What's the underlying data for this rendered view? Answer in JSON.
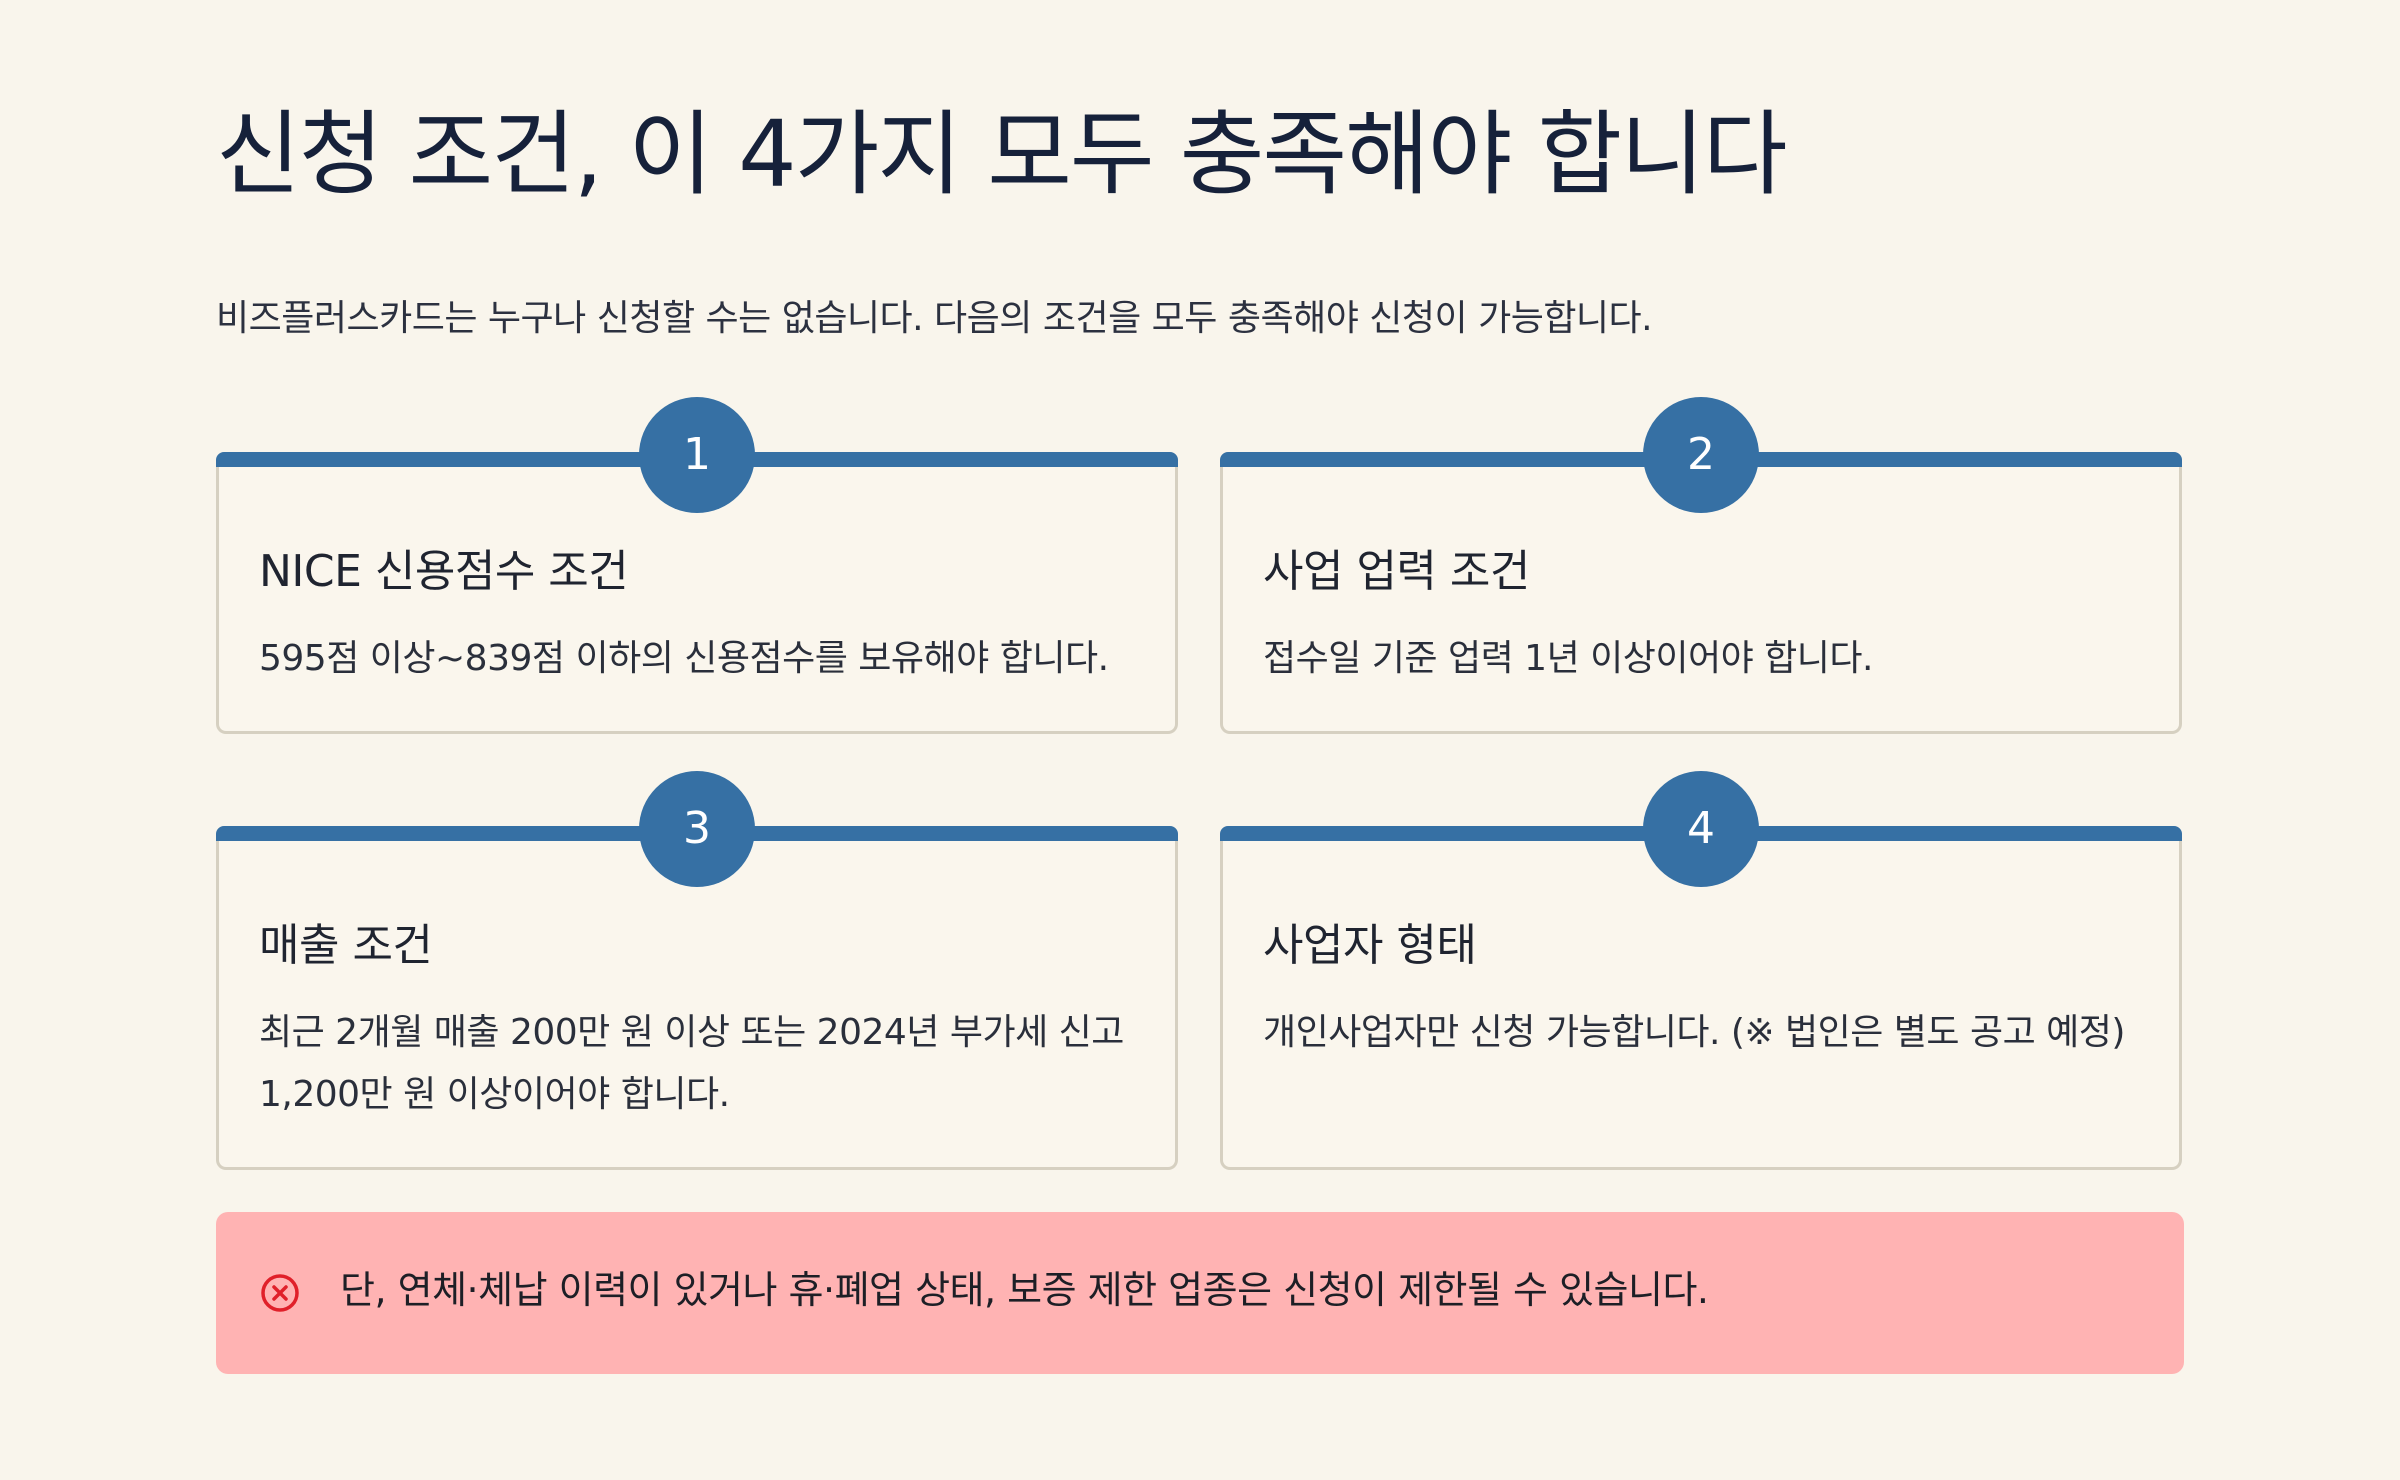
{
  "header": {
    "title": "신청 조건, 이 4가지 모두 충족해야 합니다",
    "intro": "비즈플러스카드는 누구나 신청할 수는 없습니다. 다음의 조건을 모두 충족해야 신청이 가능합니다."
  },
  "conditions": [
    {
      "number": "1",
      "title": "NICE 신용점수 조건",
      "description": "595점 이상~839점 이하의 신용점수를 보유해야 합니다."
    },
    {
      "number": "2",
      "title": "사업 업력 조건",
      "description": "접수일 기준 업력 1년 이상이어야 합니다."
    },
    {
      "number": "3",
      "title": "매출 조건",
      "description": "최근 2개월 매출 200만 원 이상 또는 2024년 부가세 신고 1,200만 원 이상이어야 합니다."
    },
    {
      "number": "4",
      "title": "사업자 형태",
      "description": "개인사업자만 신청 가능합니다. (※ 법인은 별도 공고 예정)"
    }
  ],
  "notice": {
    "icon": "error-circle-icon",
    "text": "단, 연체·체납 이력이 있거나 휴·폐업 상태, 보증 제한 업종은 신청이 제한될 수 있습니다."
  },
  "colors": {
    "background": "#f9f5ec",
    "accent": "#3670a4",
    "notice_background": "#ffb3b3",
    "notice_icon": "#e0202a"
  }
}
